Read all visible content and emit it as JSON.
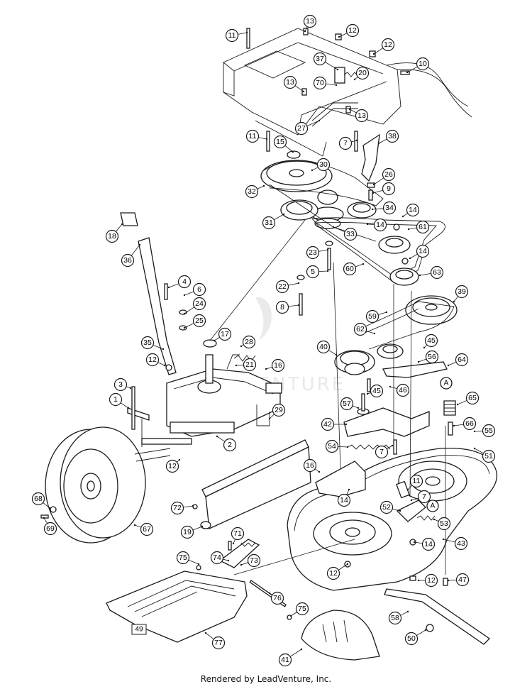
{
  "footer": {
    "rendered_by": "Rendered by LeadVenture, Inc."
  },
  "watermark": {
    "text": "LEADVENTURE"
  },
  "sheet_reference": "49",
  "connector_marks": [
    "A",
    "A"
  ],
  "callouts": [
    {
      "label": "11"
    },
    {
      "label": "13"
    },
    {
      "label": "12"
    },
    {
      "label": "12"
    },
    {
      "label": "37"
    },
    {
      "label": "20"
    },
    {
      "label": "10"
    },
    {
      "label": "13"
    },
    {
      "label": "70"
    },
    {
      "label": "13"
    },
    {
      "label": "27"
    },
    {
      "label": "11"
    },
    {
      "label": "15"
    },
    {
      "label": "7"
    },
    {
      "label": "38"
    },
    {
      "label": "30"
    },
    {
      "label": "32"
    },
    {
      "label": "26"
    },
    {
      "label": "9"
    },
    {
      "label": "34"
    },
    {
      "label": "14"
    },
    {
      "label": "31"
    },
    {
      "label": "33"
    },
    {
      "label": "14"
    },
    {
      "label": "61"
    },
    {
      "label": "14"
    },
    {
      "label": "23"
    },
    {
      "label": "5"
    },
    {
      "label": "60"
    },
    {
      "label": "63"
    },
    {
      "label": "22"
    },
    {
      "label": "8"
    },
    {
      "label": "39"
    },
    {
      "label": "18"
    },
    {
      "label": "36"
    },
    {
      "label": "4"
    },
    {
      "label": "6"
    },
    {
      "label": "24"
    },
    {
      "label": "25"
    },
    {
      "label": "59"
    },
    {
      "label": "62"
    },
    {
      "label": "17"
    },
    {
      "label": "28"
    },
    {
      "label": "35"
    },
    {
      "label": "12"
    },
    {
      "label": "21"
    },
    {
      "label": "16"
    },
    {
      "label": "45"
    },
    {
      "label": "40"
    },
    {
      "label": "56"
    },
    {
      "label": "64"
    },
    {
      "label": "46"
    },
    {
      "label": "3"
    },
    {
      "label": "1"
    },
    {
      "label": "45"
    },
    {
      "label": "65"
    },
    {
      "label": "57"
    },
    {
      "label": "29"
    },
    {
      "label": "42"
    },
    {
      "label": "66"
    },
    {
      "label": "55"
    },
    {
      "label": "51"
    },
    {
      "label": "2"
    },
    {
      "label": "54"
    },
    {
      "label": "7"
    },
    {
      "label": "12"
    },
    {
      "label": "16"
    },
    {
      "label": "11"
    },
    {
      "label": "68"
    },
    {
      "label": "72"
    },
    {
      "label": "14"
    },
    {
      "label": "52"
    },
    {
      "label": "7"
    },
    {
      "label": "69"
    },
    {
      "label": "67"
    },
    {
      "label": "19"
    },
    {
      "label": "53"
    },
    {
      "label": "71"
    },
    {
      "label": "14"
    },
    {
      "label": "43"
    },
    {
      "label": "75"
    },
    {
      "label": "74"
    },
    {
      "label": "73"
    },
    {
      "label": "12"
    },
    {
      "label": "12"
    },
    {
      "label": "47"
    },
    {
      "label": "76"
    },
    {
      "label": "75"
    },
    {
      "label": "58"
    },
    {
      "label": "77"
    },
    {
      "label": "50"
    },
    {
      "label": "41"
    }
  ]
}
